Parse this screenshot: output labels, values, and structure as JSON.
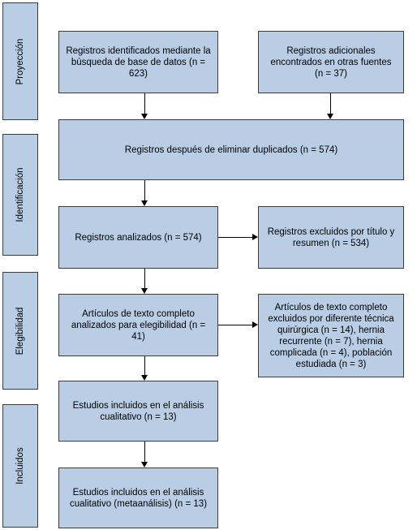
{
  "phases": {
    "proyeccion": "Proyección",
    "identificacion": "Identificación",
    "elegibilidad": "Elegibilidad",
    "incluidos": "Incluidos"
  },
  "boxes": {
    "db_search": "Registros identificados mediante la búsqueda de base de datos (n = 623)",
    "other_sources": "Registros adicionales encontrados en otras fuentes (n = 37)",
    "after_duplicates": "Registros después de eliminar duplicados (n = 574)",
    "analyzed": "Registros analizados (n = 574)",
    "excluded_title": "Registros excluidos por título y resumen (n = 534)",
    "fulltext": "Artículos de texto completo analizados para elegibilidad (n = 41)",
    "fulltext_excluded": "Artículos de texto completo excluidos por diferente técnica quirúrgica (n = 14), hernia recurrente (n = 7), hernia complicada (n = 4), población estudiada (n = 3)",
    "qualitative": "Estudios incluidos en el análisis cualitativo (n = 13)",
    "meta": "Estudios incluidos en el análisis cualitativo (metaanálisis) (n = 13)"
  }
}
